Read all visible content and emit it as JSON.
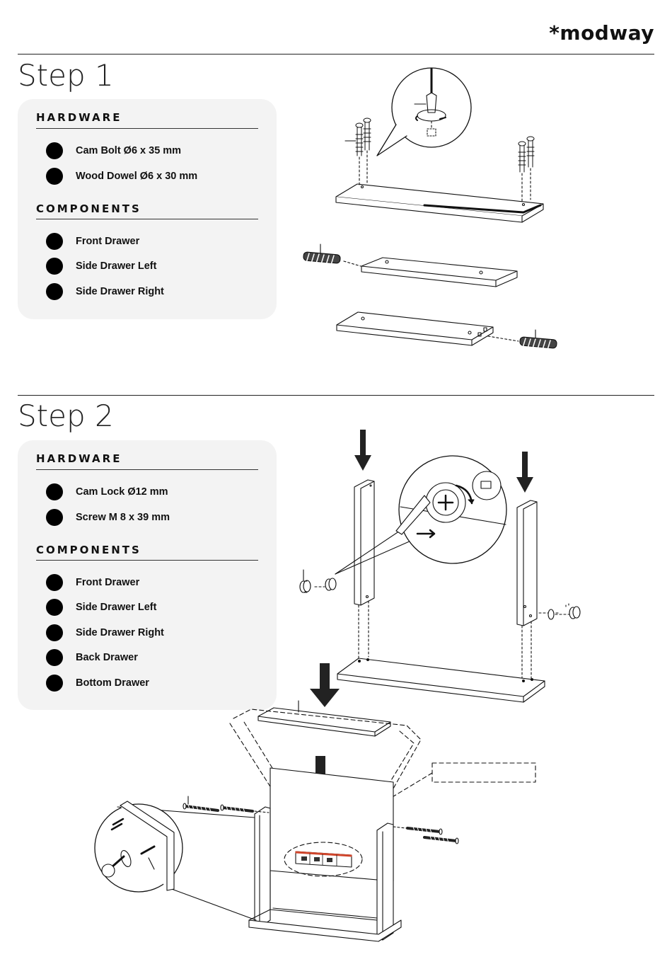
{
  "brand": {
    "logo_text": "*modway"
  },
  "steps": [
    {
      "title": "Step 1",
      "hardware_heading": "HARDWARE",
      "hardware": [
        "Cam Bolt Ø6 x 35 mm",
        "Wood Dowel Ø6 x 30 mm"
      ],
      "components_heading": "COMPONENTS",
      "components": [
        "Front Drawer",
        "Side Drawer Left",
        "Side Drawer Right"
      ]
    },
    {
      "title": "Step 2",
      "hardware_heading": "HARDWARE",
      "hardware": [
        "Cam Lock Ø12 mm",
        "Screw M 8 x 39 mm"
      ],
      "components_heading": "COMPONENTS",
      "components": [
        "Front Drawer",
        "Side Drawer Left",
        "Side Drawer Right",
        "Back Drawer",
        "Bottom Drawer"
      ]
    }
  ],
  "colors": {
    "panel_bg": "#f3f3f3",
    "marker": "#000000",
    "rule": "#222222"
  },
  "icons": [
    "black-dot-marker"
  ]
}
